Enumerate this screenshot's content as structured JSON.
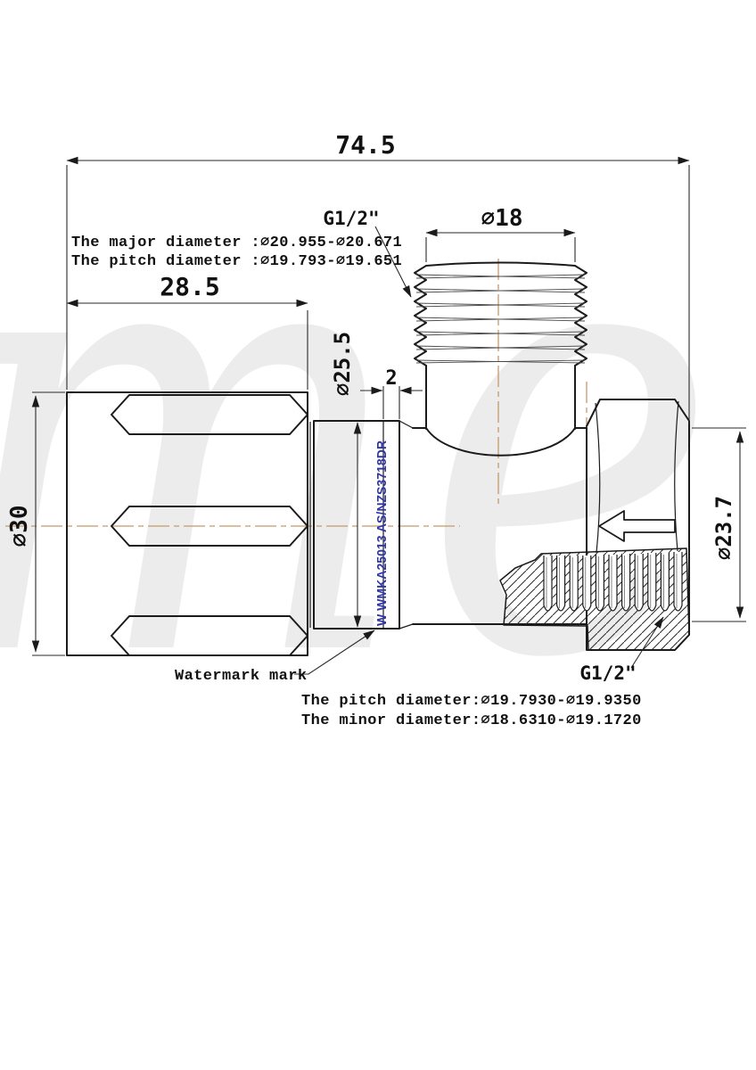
{
  "drawing": {
    "dim_overall": "74.5",
    "dim_handle_len": "28.5",
    "dim_handle_dia": "∅30",
    "dim_thread_dia": "∅18",
    "dim_body_dia": "∅25.5",
    "dim_groove": "2",
    "dim_outlet_dia": "∅23.7",
    "label_inlet_thread": "G1/2\"",
    "label_outlet_thread": "G1/2\"",
    "label_watermark": "Watermark mark",
    "note_major": "The major diameter :∅20.955-∅20.671",
    "note_pitch_top": "The pitch diameter :∅19.793-∅19.651",
    "note_pitch_bottom": "The pitch diameter:∅19.7930-∅19.9350",
    "note_minor_bottom": "The minor diameter:∅18.6310-∅19.1720",
    "stamp": "W WMKA25013 AS/NZS3718DR",
    "brand_watermark": "mer",
    "colors": {
      "line": "#1b1b1b",
      "centerline": "#c49a6c",
      "stamp_blue": "#3136a7",
      "watermark_gray": "#ececec"
    }
  }
}
